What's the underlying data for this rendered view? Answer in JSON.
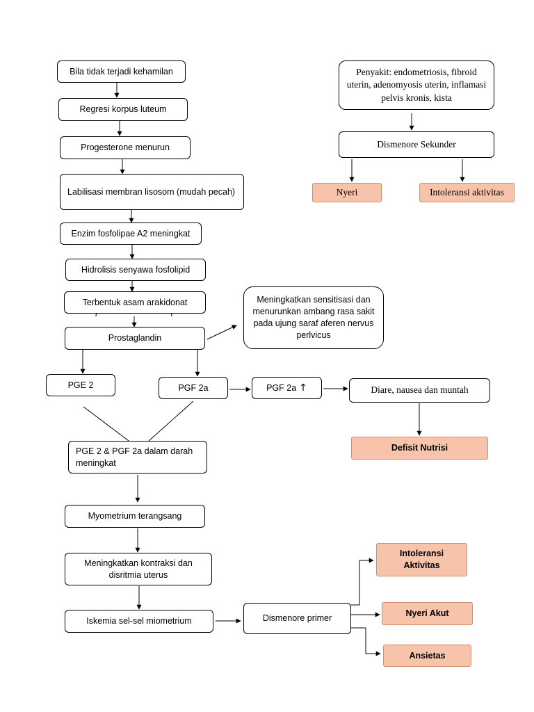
{
  "left_flow": {
    "n1": "Bila tidak terjadi kehamilan",
    "n2": "Regresi korpus luteum",
    "n3": "Progesterone menurun",
    "n4": "Labilisasi membran lisosom (mudah pecah)",
    "n5": "Enzim fosfolipae A2 meningkat",
    "n6": "Hidrolisis senyawa fosfolipid",
    "n7": "Terbentuk asam arakidonat",
    "n8": "Prostaglandin",
    "sensitization": "Meningkatkan sensitisasi dan menurunkan ambang rasa sakit pada ujung saraf aferen nervus perlvicus",
    "pge2": "PGE 2",
    "pgf2a": "PGF 2a",
    "pgf2a_up": "PGF 2a",
    "up_symbol": "↑",
    "diare": "Diare, nausea dan muntah",
    "defisit": "Defisit Nutrisi",
    "pge_pgf": "PGE 2 & PGF 2a dalam darah meningkat",
    "myometrium": "Myometrium terangsang",
    "kontraksi": "Meningkatkan kontraksi dan disritmia uterus",
    "iskemia": "Iskemia sel-sel miometrium",
    "dismenore_primer": "Dismenore primer",
    "intoleransi2": "Intoleransi Aktivitas",
    "nyeri_akut": "Nyeri Akut",
    "ansietas": "Ansietas"
  },
  "right_flow": {
    "penyakit": "Penyakit: endometriosis, fibroid uterin, adenomyosis uterin, inflamasi pelvis kronis, kista",
    "sekunder": "Dismenore Sekunder",
    "nyeri": "Nyeri",
    "intoleransi": "Intoleransi aktivitas"
  },
  "colors": {
    "line": "#000000",
    "diagnosis_fill": "#f8c3ab",
    "diagnosis_border": "#d98a6c"
  }
}
